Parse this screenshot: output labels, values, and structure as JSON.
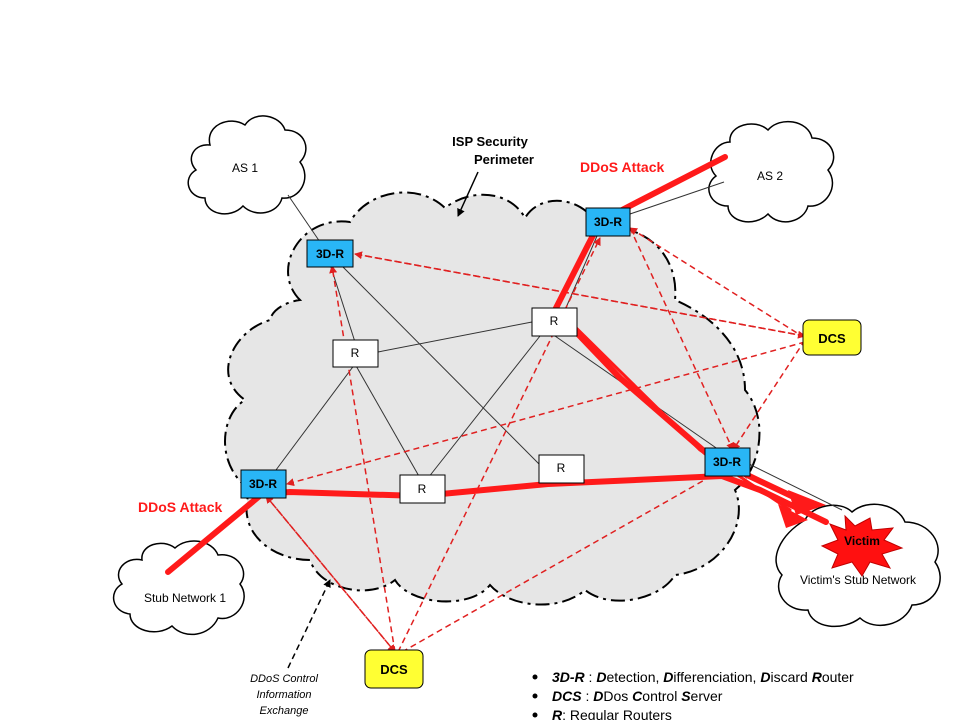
{
  "labels": {
    "isp_line1": "ISP Security",
    "isp_line2": "Perimeter",
    "ddos_attack_top": "DDoS Attack",
    "ddos_attack_left": "DDoS Attack",
    "dcie_line1": "DDoS Control",
    "dcie_line2": "Information",
    "dcie_line3": "Exchange"
  },
  "clouds": {
    "as1": "AS 1",
    "as2": "AS 2",
    "stub1": "Stub Network 1",
    "victim_stub": "Victim's Stub Network"
  },
  "nodes": {
    "r3d_top_left": "3D-R",
    "r3d_top_right": "3D-R",
    "r3d_bottom_left": "3D-R",
    "r3d_bottom_right": "3D-R",
    "r_left": "R",
    "r_top": "R",
    "r_bottom_mid": "R",
    "r_bottom_right": "R",
    "dcs_right": "DCS",
    "dcs_bottom": "DCS",
    "victim": "Victim"
  },
  "legend": [
    {
      "key": "3D-R",
      "sep": "  : ",
      "parts": [
        {
          "t": "D",
          "b": true
        },
        {
          "t": "etection, ",
          "b": false
        },
        {
          "t": "D",
          "b": true
        },
        {
          "t": "ifferenciation, ",
          "b": false
        },
        {
          "t": "D",
          "b": true
        },
        {
          "t": "iscard ",
          "b": false
        },
        {
          "t": "R",
          "b": true
        },
        {
          "t": "outer",
          "b": false
        }
      ]
    },
    {
      "key": "DCS",
      "sep": " : ",
      "parts": [
        {
          "t": "D",
          "b": true
        },
        {
          "t": "Dos ",
          "b": false
        },
        {
          "t": "C",
          "b": true
        },
        {
          "t": "ontrol ",
          "b": false
        },
        {
          "t": "S",
          "b": true
        },
        {
          "t": "erver",
          "b": false
        }
      ]
    },
    {
      "key": "R",
      "sep": ": ",
      "parts": [
        {
          "t": "Regular Routers",
          "b": false
        }
      ]
    }
  ],
  "colors": {
    "router_3d": "#29b6f6",
    "dcs": "#ffff33",
    "attack": "#ff1a1a",
    "control": "#e02020",
    "cloud_fill": "#e6e6e6",
    "victim_star": "#ff1010"
  }
}
